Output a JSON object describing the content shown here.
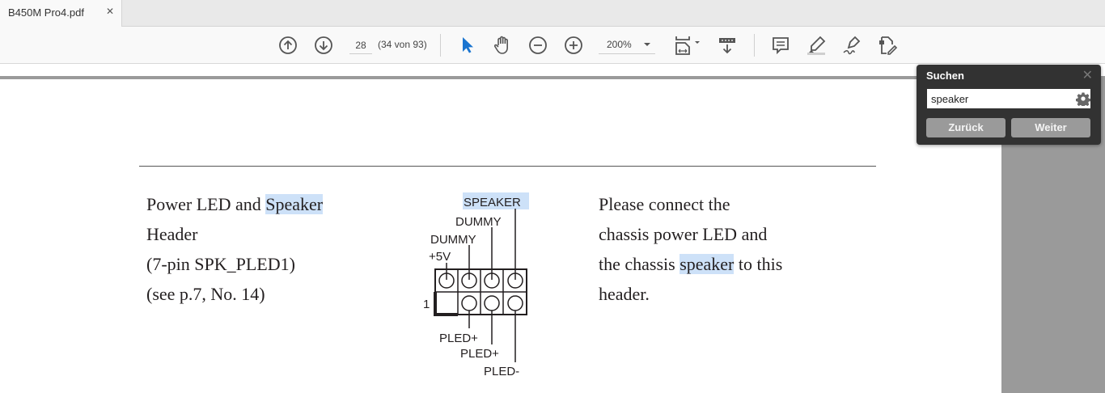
{
  "tab": {
    "title": "B450M Pro4.pdf",
    "close_glyph": "✕"
  },
  "toolbar": {
    "page_current": "28",
    "page_count": "(34 von 93)",
    "zoom": "200%",
    "icons": [
      "arrow-up-circle-icon",
      "arrow-down-circle-icon",
      "select-cursor-icon",
      "hand-icon",
      "zoom-out-icon",
      "zoom-in-icon",
      "fit-page-icon",
      "scroll-mode-icon",
      "comment-icon",
      "highlight-icon",
      "sign-icon",
      "fill-sign-icon"
    ]
  },
  "document": {
    "left_lines": [
      "Power LED and ",
      "Speaker",
      "Header",
      "(7-pin SPK_PLED1)",
      "(see p.7, No. 14)"
    ],
    "right_lines": [
      "Please connect the",
      "chassis power LED and",
      "the chassis ",
      "speaker",
      " to this",
      "header."
    ],
    "diagram": {
      "top_labels": [
        "SPEAKER",
        "DUMMY",
        "DUMMY",
        "+5V"
      ],
      "bottom_labels": [
        "PLED+",
        "PLED+",
        "PLED-"
      ],
      "pin1_label": "1"
    }
  },
  "find": {
    "title": "Suchen",
    "close_glyph": "✕",
    "query": "speaker",
    "prev_label": "Zurück",
    "next_label": "Weiter"
  }
}
